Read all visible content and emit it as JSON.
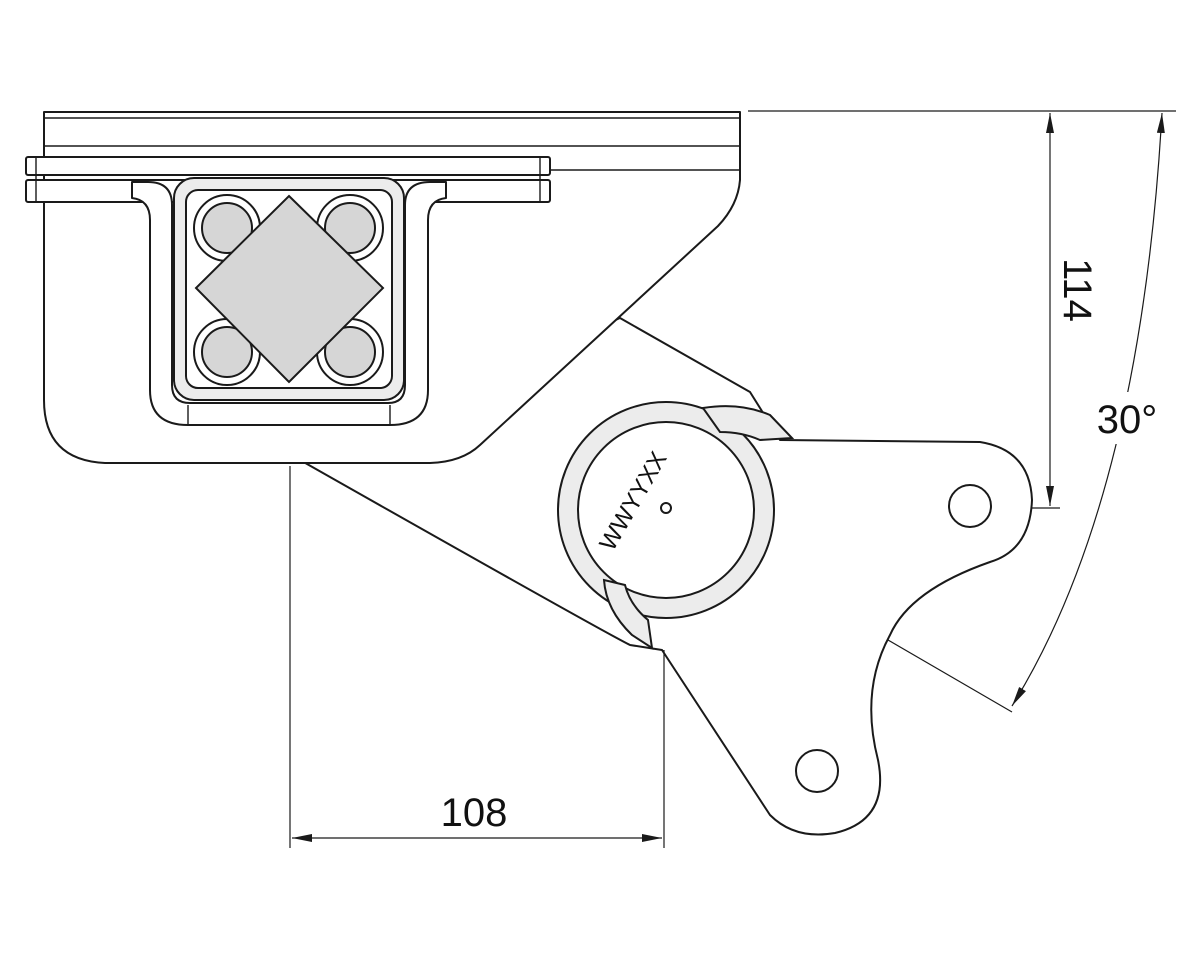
{
  "dimensions": {
    "horizontal": "108",
    "vertical": "114",
    "angle": "30°"
  },
  "part_marking": "WWYYXX",
  "colors": {
    "line": "#1a1a1a",
    "fill_dark": "#d6d6d6",
    "fill_light": "#ececec",
    "background": "#ffffff"
  }
}
